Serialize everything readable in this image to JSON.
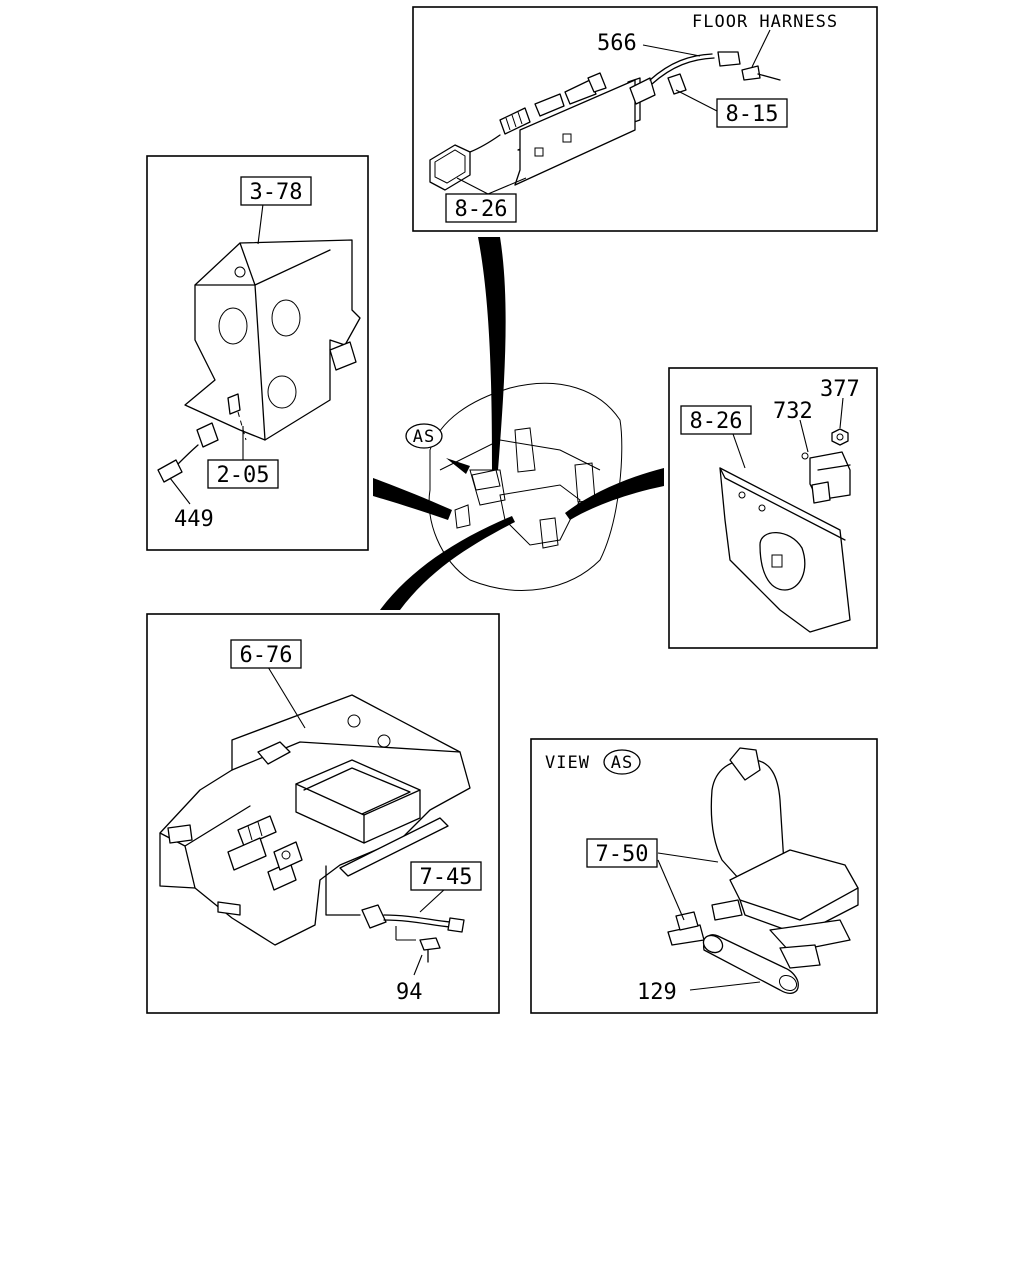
{
  "panels": {
    "floor_harness": {
      "title": "FLOOR HARNESS",
      "labels": [
        "566",
        "8-15",
        "8-26"
      ]
    },
    "bracket": {
      "labels": [
        "3-78",
        "2-05",
        "449"
      ]
    },
    "relay": {
      "labels": [
        "377",
        "732",
        "8-26"
      ]
    },
    "console": {
      "labels": [
        "6-76",
        "7-45",
        "94"
      ]
    },
    "seat_view": {
      "view_text": "VIEW",
      "view_tag": "AS",
      "labels": [
        "7-50",
        "129"
      ]
    },
    "center": {
      "tag": "AS"
    }
  }
}
